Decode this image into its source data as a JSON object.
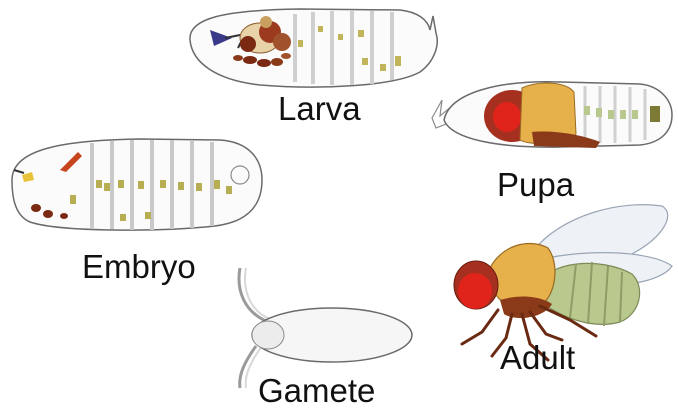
{
  "stages": {
    "larva": "Larva",
    "pupa": "Pupa",
    "embryo": "Embryo",
    "gamete": "Gamete",
    "adult": "Adult"
  },
  "colors": {
    "outline": "#6a6a6a",
    "segment": "#c9c9c9",
    "gut_olive": "#b7ad52",
    "fat_green": "#b9c98d",
    "thorax_yellow": "#e6b04a",
    "eye_red": "#e0231b",
    "head_red": "#a6301f",
    "brown": "#7a2a12",
    "wing": "#eef1f5"
  }
}
